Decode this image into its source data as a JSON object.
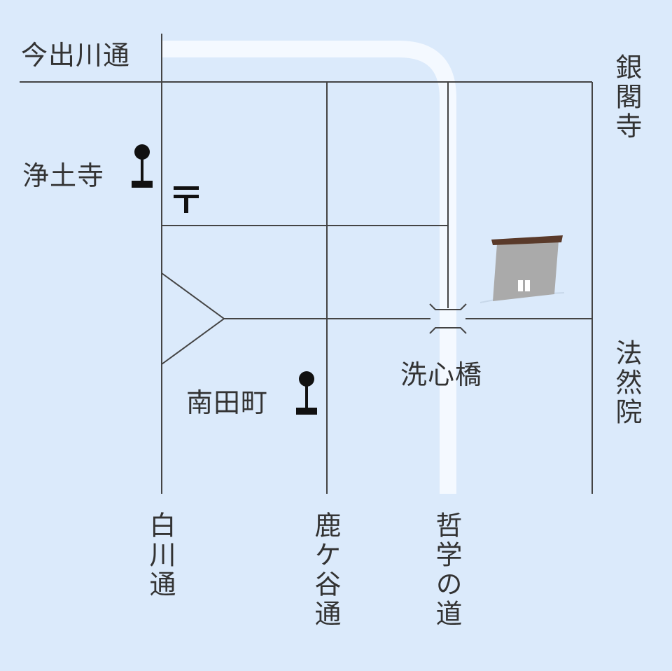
{
  "map": {
    "colors": {
      "background": "#dbeafb",
      "road_line": "#444444",
      "path_fill": "#f4f9ff",
      "label_text": "#333333",
      "icon": "#111111",
      "building_wall": "#aaaaaa",
      "building_roof": "#5a3a2a"
    },
    "streets": {
      "imadegawa": "今出川通",
      "shirakawa": "白川通",
      "shishigatani": "鹿ケ谷通",
      "tetsugaku": "哲学の道"
    },
    "landmarks": {
      "ginkakuji": "銀閣寺",
      "honenin": "法然院",
      "senshinbashi": "洗心橋"
    },
    "bus_stops": {
      "jodoji": "浄土寺",
      "minamitacho": "南田町"
    },
    "icons": {
      "bus_stop": "bus-stop-icon",
      "post_office": "post-office-icon",
      "destination": "building-icon",
      "bridge": "bridge-icon"
    }
  }
}
